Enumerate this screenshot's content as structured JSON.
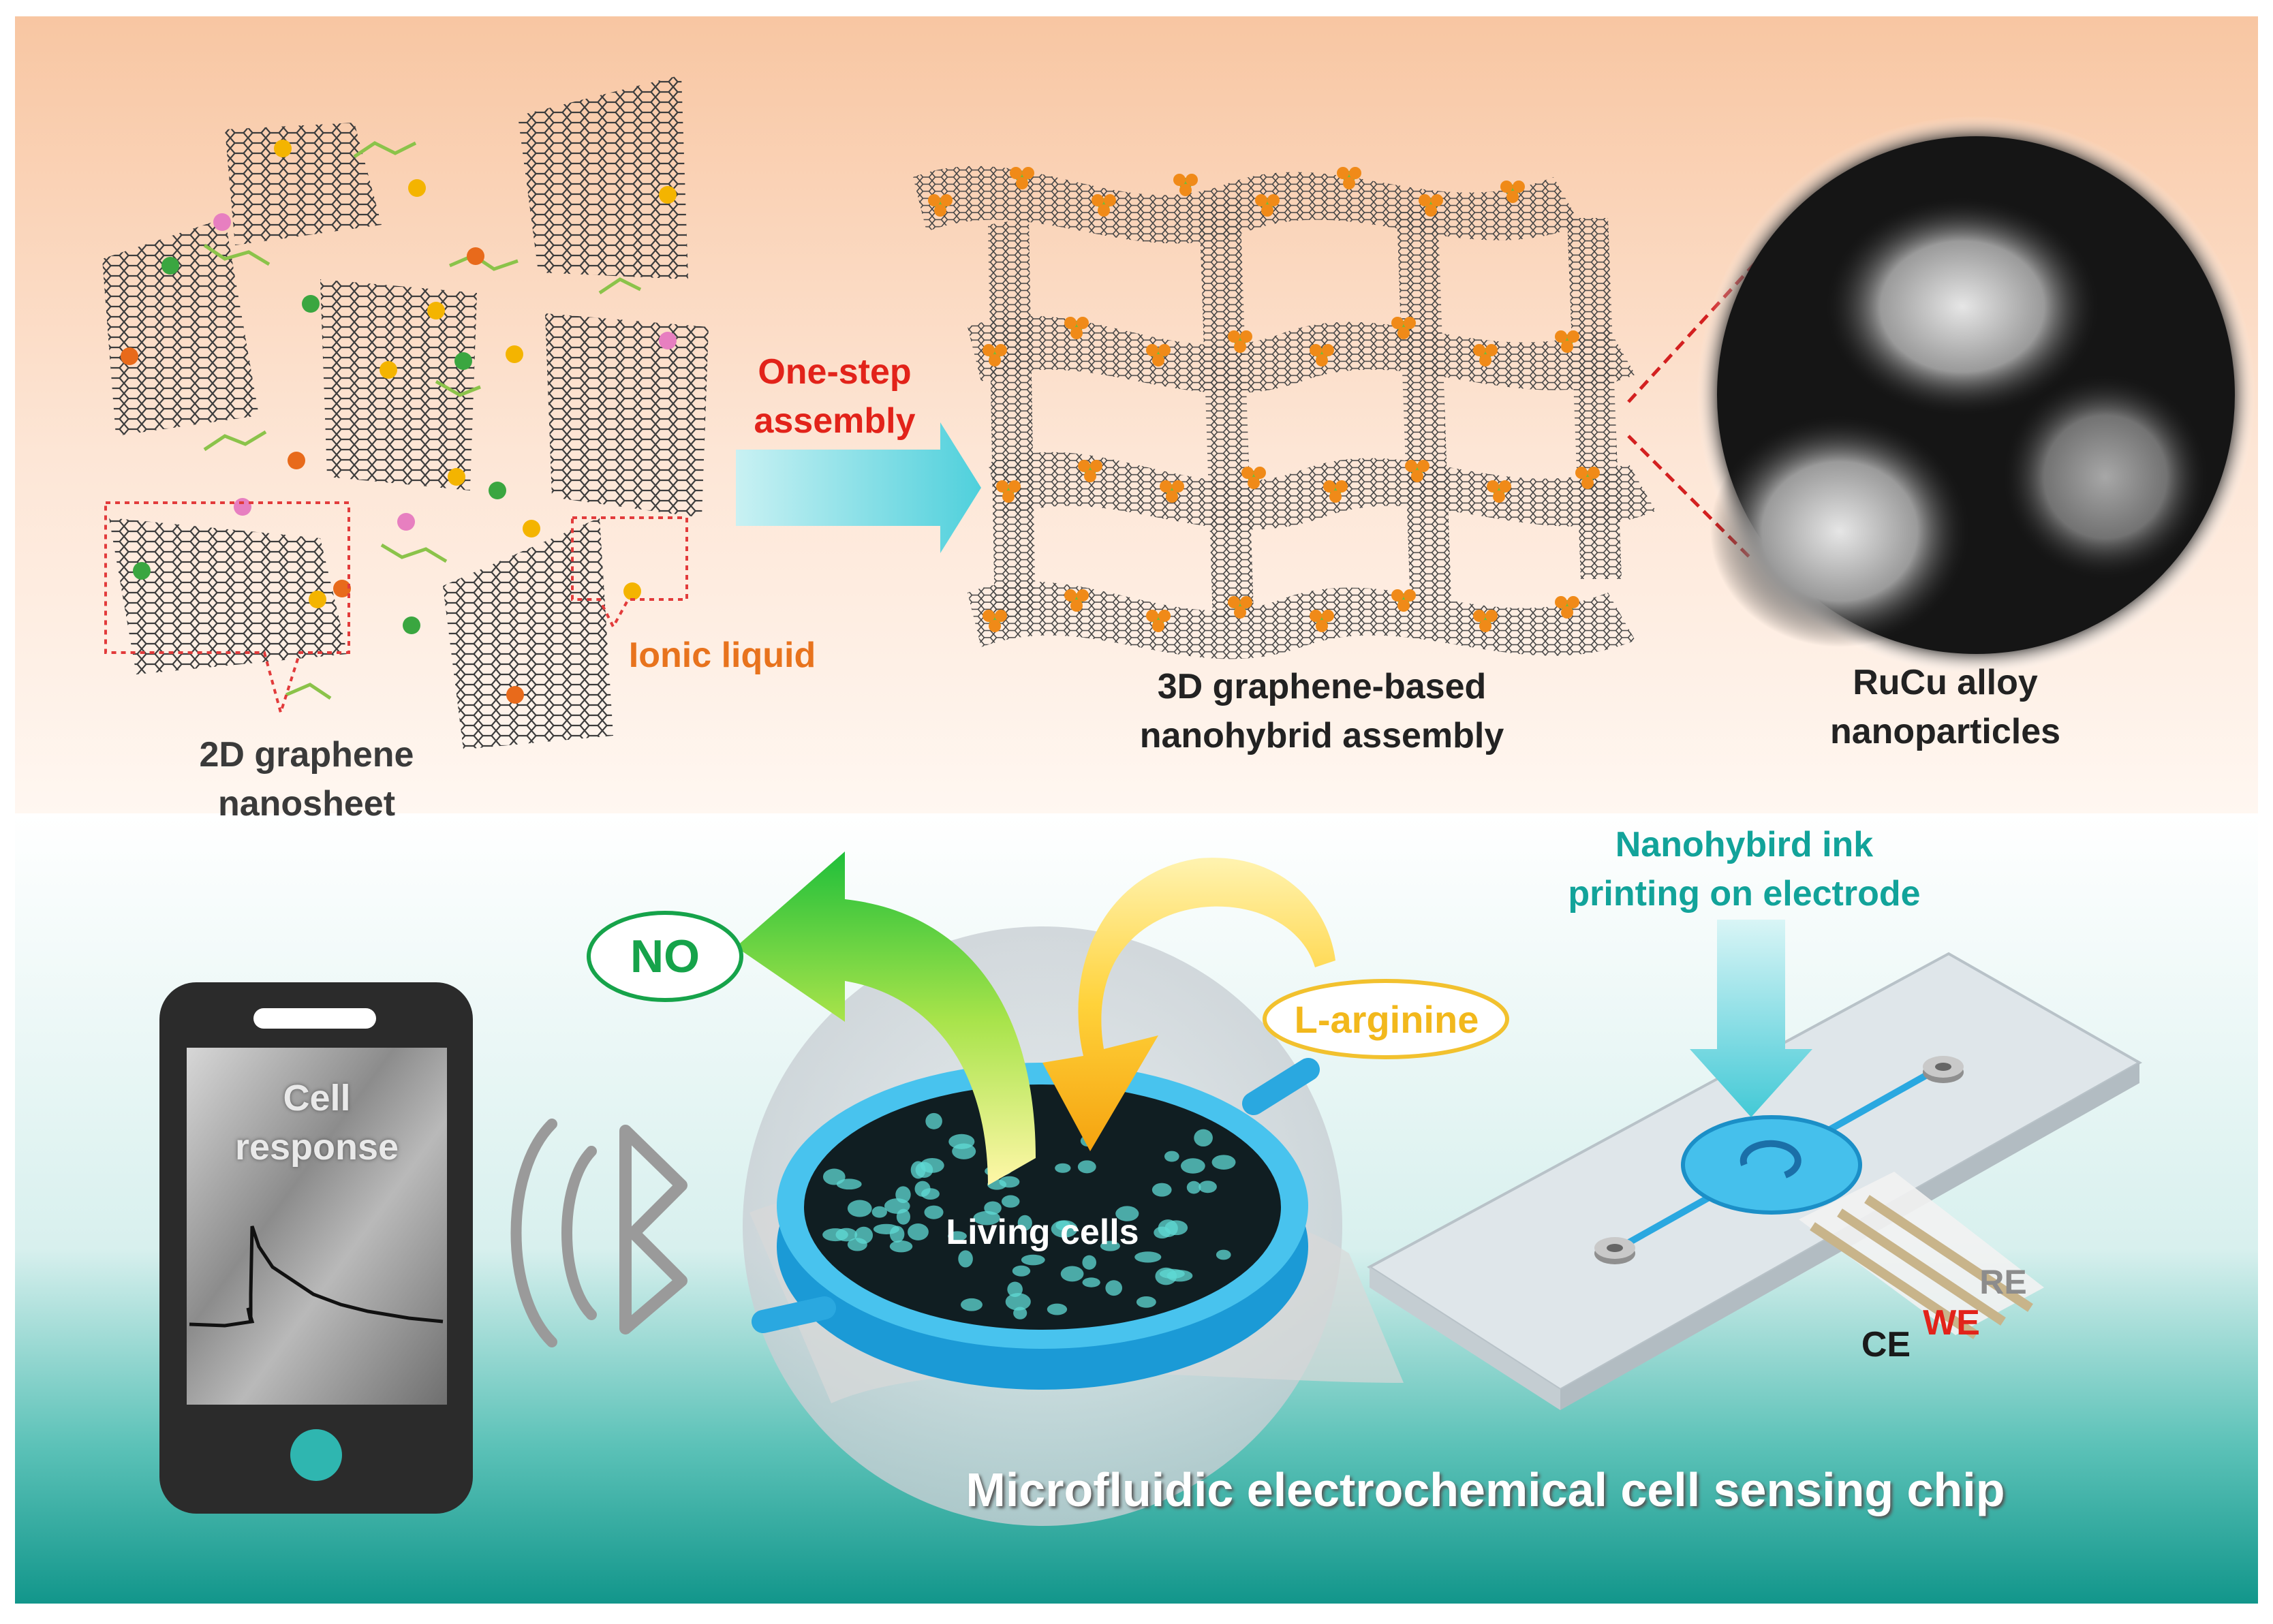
{
  "colors": {
    "top_gradient_start": "#f9c9a6",
    "top_gradient_end": "#fff6ef",
    "bottom_gradient_start": "#ffffff",
    "bottom_gradient_end": "#1e9e93",
    "red_label": "#e2231a",
    "orange_label": "#e8731d",
    "teal_label": "#12a39a",
    "no_green": "#16a34a",
    "arginine_yellow": "#f2c12e",
    "cyan_arrow": "#5fd6e0",
    "chip_blue": "#2aa8e0",
    "graphene": "#3b3b3b"
  },
  "labels": {
    "graphene_2d": [
      "2D graphene",
      "nanosheet"
    ],
    "ionic_liquid": "Ionic liquid",
    "one_step": [
      "One-step",
      "assembly"
    ],
    "assembly_3d": [
      "3D graphene-based",
      "nanohybrid assembly"
    ],
    "alloy": [
      "RuCu alloy",
      "nanoparticles"
    ],
    "ink": [
      "Nanohybird ink",
      "printing on electrode"
    ],
    "no": "NO",
    "arginine": "L-arginine",
    "cell_response": [
      "Cell",
      "response"
    ],
    "living_cells": "Living cells",
    "electrode_re": "RE",
    "electrode_we": "WE",
    "electrode_ce": "CE",
    "chip_title": "Microfluidic electrochemical cell sensing chip"
  },
  "icons": {
    "phone": "smartphone-icon",
    "bluetooth": "bluetooth-icon",
    "wireless": "wireless-signal-icon"
  }
}
